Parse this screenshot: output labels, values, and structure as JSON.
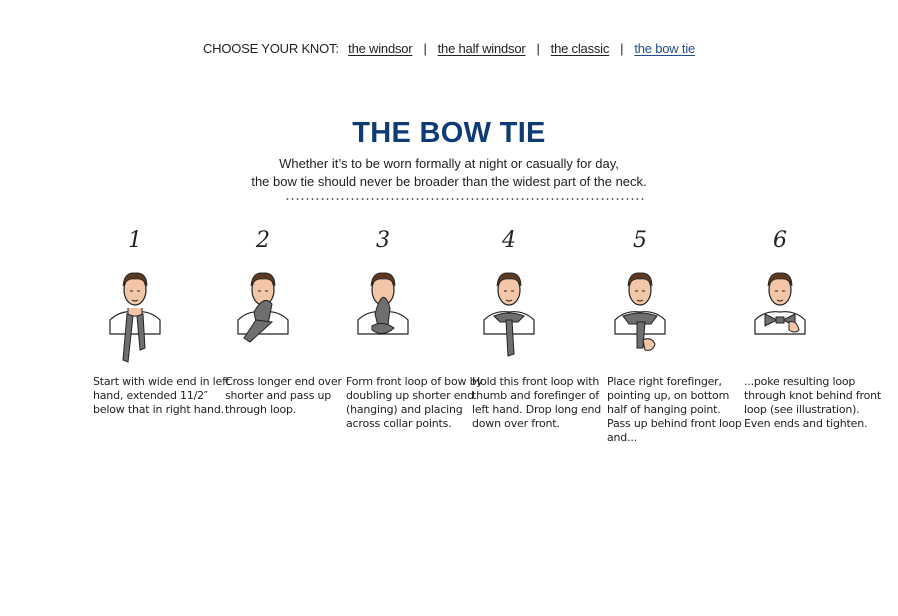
{
  "nav": {
    "label": "CHOOSE YOUR KNOT:",
    "links": [
      {
        "label": "the windsor",
        "active": false
      },
      {
        "label": "the half windsor",
        "active": false
      },
      {
        "label": "the classic",
        "active": false
      },
      {
        "label": "the bow tie",
        "active": true
      }
    ],
    "separator": "|"
  },
  "title": "THE BOW TIE",
  "intro": {
    "line1": "Whether it’s to be worn formally at night or casually for day,",
    "line2": "the bow tie should never be broader than the widest part of the neck."
  },
  "colors": {
    "title": "#0f3b74",
    "active_link": "#1f4f8a",
    "tie": "#6f6f72"
  },
  "steps": [
    {
      "number": "1",
      "text": "Start with wide end in left hand, extended 11/2″ below that in right hand.",
      "icon": "man-with-tie-step-1-icon"
    },
    {
      "number": "2",
      "text": "Cross longer end over shorter and pass up through loop.",
      "icon": "man-with-tie-step-2-icon"
    },
    {
      "number": "3",
      "text": "Form front loop of bow by doubling up shorter end (hanging) and placing across collar points.",
      "icon": "man-with-tie-step-3-icon"
    },
    {
      "number": "4",
      "text": "Hold this front loop with thumb and forefinger of left hand. Drop long end down over front.",
      "icon": "man-with-tie-step-4-icon"
    },
    {
      "number": "5",
      "text": "Place right forefinger, pointing up, on bottom half of hanging point. Pass up behind front loop and...",
      "icon": "man-with-tie-step-5-icon"
    },
    {
      "number": "6",
      "text": "...poke resulting loop through knot behind front loop (see illustration). Even ends and tighten.",
      "icon": "man-with-tie-step-6-icon"
    }
  ]
}
